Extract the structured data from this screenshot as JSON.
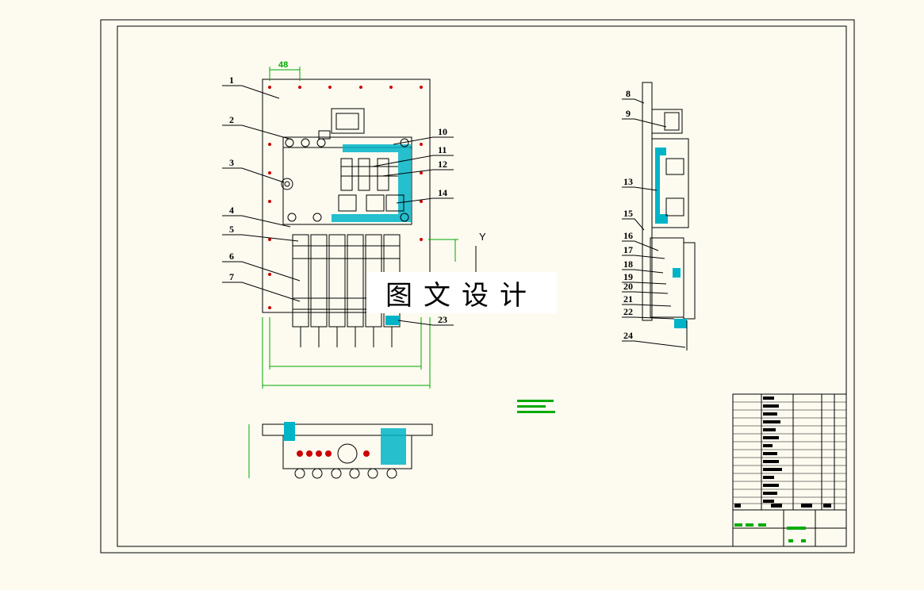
{
  "drawing": {
    "dimension_top": "48",
    "axis_label": "Y",
    "watermark": "图文设计",
    "part_labels": [
      "1",
      "2",
      "3",
      "4",
      "5",
      "6",
      "7",
      "8",
      "9",
      "10",
      "11",
      "12",
      "13",
      "14",
      "15",
      "16",
      "17",
      "18",
      "19",
      "20",
      "21",
      "22",
      "23",
      "24"
    ]
  },
  "colors": {
    "background": "#fdfbf0",
    "line": "#000000",
    "highlight": "#00b4c8",
    "hole": "#cc0000",
    "dimension": "#00aa00"
  }
}
